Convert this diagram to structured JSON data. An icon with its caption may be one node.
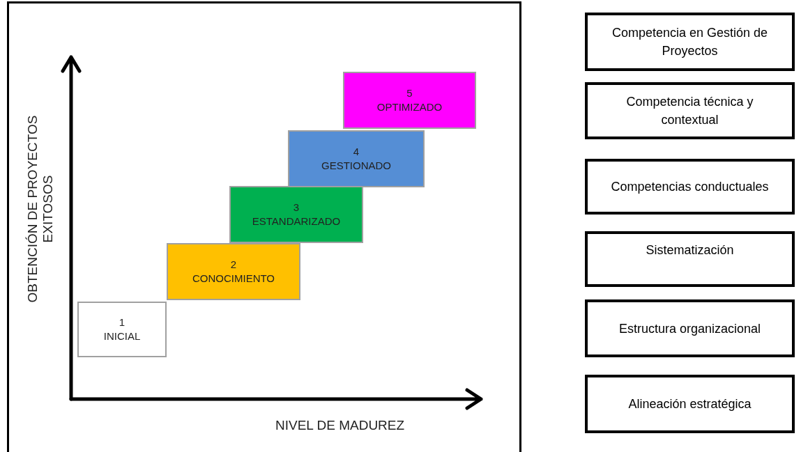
{
  "diagram": {
    "nodes": [
      {
        "text": [],
        "shape": "box"
      },
      {
        "text": [
          "1",
          "INICIAL"
        ],
        "in": 0
      },
      {
        "text": [
          "2",
          "CONOCIMIENTO"
        ],
        "in": 0
      },
      {
        "text": [
          "3",
          "ESTANDARIZADO"
        ],
        "in": 0
      },
      {
        "text": [
          "4",
          "GESTIONADO"
        ],
        "in": 0
      },
      {
        "text": [
          "5",
          "OPTIMIZADO"
        ],
        "in": 0
      },
      {
        "text": [
          "Competencia en Gestión de Proyectos"
        ]
      },
      {
        "text": [
          "Competencia técnica y contextual"
        ]
      },
      {
        "text": [
          "Competencias conductuales"
        ]
      },
      {
        "text": [
          "Sistematización"
        ]
      },
      {
        "text": [
          "Estructura organizacional"
        ]
      },
      {
        "text": [
          "Alineación estratégica"
        ]
      }
    ],
    "edges": [],
    "labels": [
      "OBTENCIÓN DE PROYECTOS EXITOSOS",
      "NIVEL DE MADUREZ"
    ]
  }
}
